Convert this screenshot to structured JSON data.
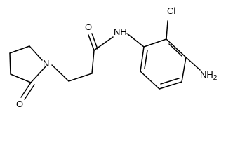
{
  "molecule": {
    "atoms": {
      "chloro": "Cl",
      "amide_nh": "NH",
      "carbonyl_o": "O",
      "ring_n": "N",
      "lactam_o": "O",
      "amine_main": "NH",
      "amine_sub": "2"
    },
    "colors": {
      "bond": "#000000",
      "label": "#000000",
      "background": "#ffffff"
    }
  }
}
